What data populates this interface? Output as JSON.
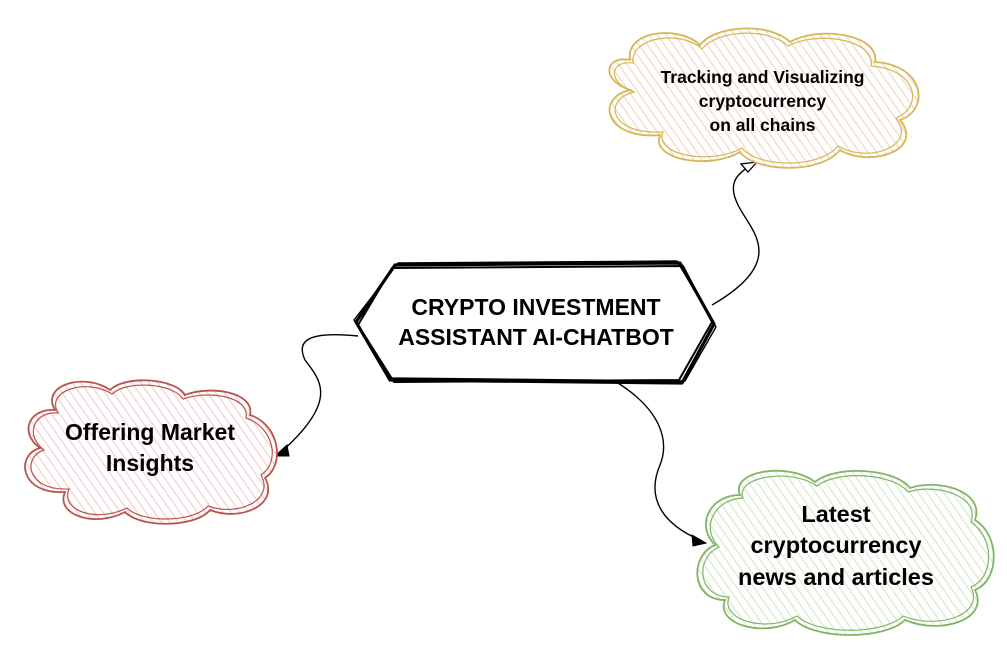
{
  "diagram": {
    "central": {
      "lines": [
        "CRYPTO INVESTMENT",
        "ASSISTANT AI-CHATBOT"
      ]
    },
    "tracking": {
      "lines": [
        "Tracking and Visualizing",
        "cryptocurrency",
        "on all chains"
      ]
    },
    "insights": {
      "lines": [
        "Offering Market",
        "Insights"
      ]
    },
    "news": {
      "lines": [
        "Latest",
        "cryptocurrency",
        "news and articles"
      ]
    }
  },
  "colors": {
    "central_stroke": "#000000",
    "tracking_stroke": "#d6b656",
    "tracking_fill": "#f3e4dc",
    "insights_stroke": "#b85450",
    "insights_fill": "#f5d6d5",
    "news_stroke": "#82b366",
    "news_fill": "#e2eedb",
    "connector": "#000000"
  }
}
